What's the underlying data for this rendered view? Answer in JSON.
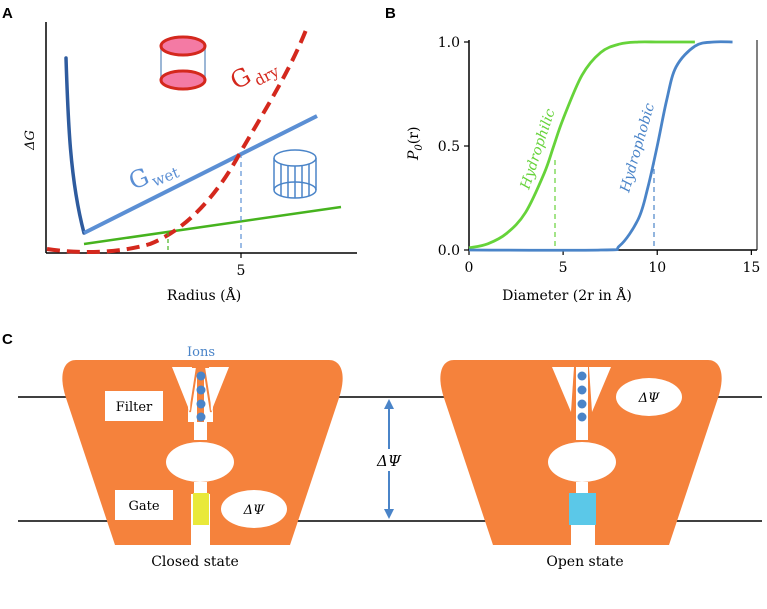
{
  "panels": {
    "a": {
      "label": "A",
      "y_label": "ΔG",
      "x_label": "Radius (Å)",
      "x_tick": "5",
      "g_wet_main": "G",
      "g_wet_sub": "wet",
      "g_dry_main": "G",
      "g_dry_sub": "dry"
    },
    "b": {
      "label": "B",
      "y_label_main": "P",
      "y_label_sub": "0",
      "y_label_tail": "(r)",
      "x_label": "Diameter (2r in Å)",
      "x_ticks": [
        "0",
        "5",
        "10",
        "15"
      ],
      "y_ticks": [
        "0.0",
        "0.5",
        "1.0"
      ],
      "hydrophilic": "Hydrophilic",
      "hydrophobic": "Hydrophobic"
    },
    "c": {
      "label": "C",
      "ions": "Ions",
      "filter": "Filter",
      "gate": "Gate",
      "delta_psi": "ΔΨ",
      "closed": "Closed state",
      "open": "Open state"
    }
  },
  "colors": {
    "hydrophilic": "#66d33a",
    "hydrophobic": "#4a84c8",
    "g_dry": "#d4281d",
    "channel": "#f5823c",
    "gate_closed": "#e9e93a",
    "gate_open": "#5bc8e8"
  },
  "chart_data": [
    {
      "type": "line",
      "title": "",
      "xlabel": "Radius (Å)",
      "ylabel": "ΔG",
      "x_ticks": [
        5
      ],
      "series": [
        {
          "name": "G wet",
          "x": [
            1.8,
            4.0,
            6.2
          ],
          "y": [
            0.33,
            0.78,
            1.27
          ]
        },
        {
          "name": "G dry",
          "x": [
            0.4,
            2.5,
            4.0,
            5.0,
            6.0,
            6.7
          ],
          "y": [
            0.0,
            0.25,
            0.9,
            1.6,
            2.3,
            2.9
          ]
        }
      ]
    },
    {
      "type": "line",
      "title": "",
      "xlabel": "Diameter (2r in Å)",
      "ylabel": "P0(r)",
      "xlim": [
        0,
        15
      ],
      "ylim": [
        0,
        1
      ],
      "series": [
        {
          "name": "Hydrophilic",
          "x": [
            0,
            1,
            2,
            3,
            4,
            4.5,
            5,
            6,
            7,
            8,
            9,
            10,
            11,
            12
          ],
          "y": [
            0.01,
            0.03,
            0.08,
            0.18,
            0.37,
            0.5,
            0.63,
            0.84,
            0.95,
            0.99,
            1.0,
            1.0,
            1.0,
            1.0
          ]
        },
        {
          "name": "Hydrophobic",
          "x": [
            0,
            7,
            8,
            9,
            9.5,
            10,
            10.5,
            11,
            12,
            13,
            14
          ],
          "y": [
            0.0,
            0.0,
            0.02,
            0.15,
            0.3,
            0.5,
            0.72,
            0.88,
            0.98,
            1.0,
            1.0
          ]
        }
      ]
    }
  ]
}
